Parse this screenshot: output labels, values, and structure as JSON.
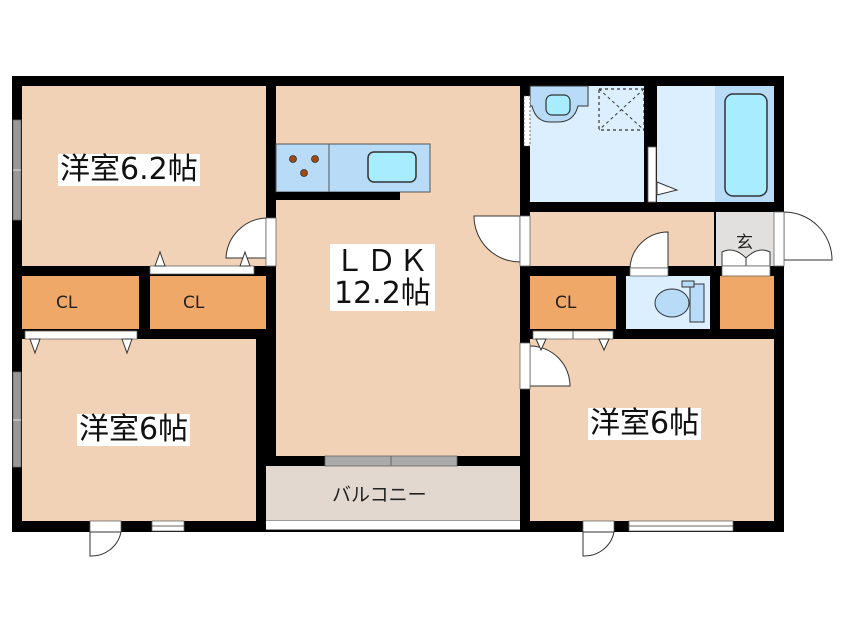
{
  "floor_plan": {
    "rooms": {
      "western_room_top_left": {
        "label": "洋室6.2帖",
        "type": "Western-style room",
        "size_jo": 6.2
      },
      "ldk": {
        "label_line1": "ＬＤＫ",
        "label_line2": "12.2帖",
        "type": "Living Dining Kitchen",
        "size_jo": 12.2
      },
      "western_room_bottom_left": {
        "label": "洋室6帖",
        "type": "Western-style room",
        "size_jo": 6
      },
      "western_room_bottom_right": {
        "label": "洋室6帖",
        "type": "Western-style room",
        "size_jo": 6
      },
      "balcony": {
        "label": "バルコニー"
      },
      "entrance": {
        "label": "玄"
      },
      "closet_left_1": {
        "label": "CL"
      },
      "closet_left_2": {
        "label": "CL"
      },
      "closet_right": {
        "label": "CL"
      }
    },
    "fixtures": [
      "kitchen-stove",
      "kitchen-sink",
      "washbasin",
      "washing-machine-space",
      "bathtub",
      "toilet",
      "shoe-cabinet"
    ],
    "colors": {
      "room": "#f2d2b6",
      "closet": "#f0a868",
      "wet_area": "#dcefff",
      "bathroom": "#b8dcf8",
      "fixture": "#a8ecff",
      "entrance": "#e2e0de",
      "balcony": "#e2d8d0",
      "wall": "#000000",
      "stove_burner": "#a04a10"
    }
  }
}
